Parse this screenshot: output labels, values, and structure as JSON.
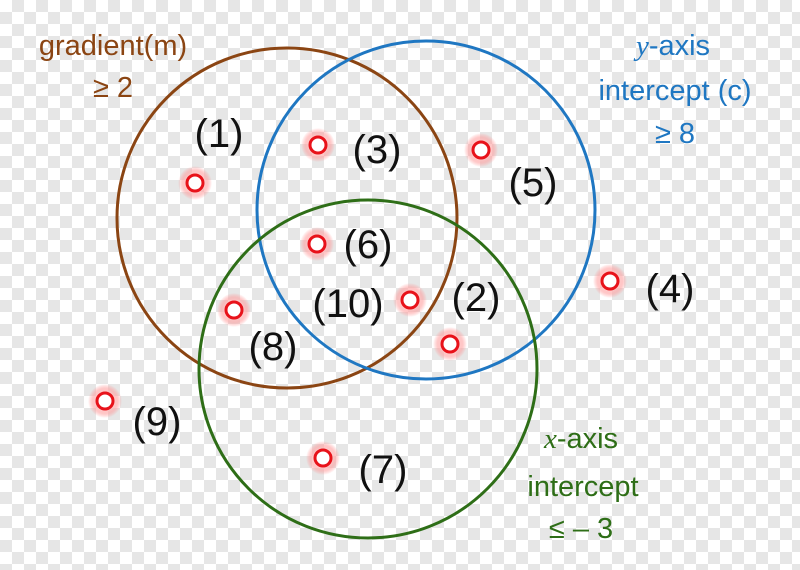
{
  "colors": {
    "gradient": "#8b4513",
    "y_intercept": "#1f77c2",
    "x_intercept": "#2e6e17",
    "point_ring": "#e8121a",
    "point_glow": "#ffb3b3",
    "text": "#111111"
  },
  "sets": {
    "gradient": {
      "line1": "gradient(m)",
      "line2": "≥ 2"
    },
    "y_intercept": {
      "var": "y",
      "line1": "-axis",
      "line2": "intercept (c)",
      "line3": "≥ 8"
    },
    "x_intercept": {
      "var": "x",
      "line1": "-axis",
      "line2": "intercept",
      "line3": "≤ – 3"
    }
  },
  "regions": [
    "(1)",
    "(3)",
    "(5)",
    "(6)",
    "(10)",
    "(2)",
    "(4)",
    "(8)",
    "(9)",
    "(7)"
  ],
  "point_icon": "red-ring-marker"
}
